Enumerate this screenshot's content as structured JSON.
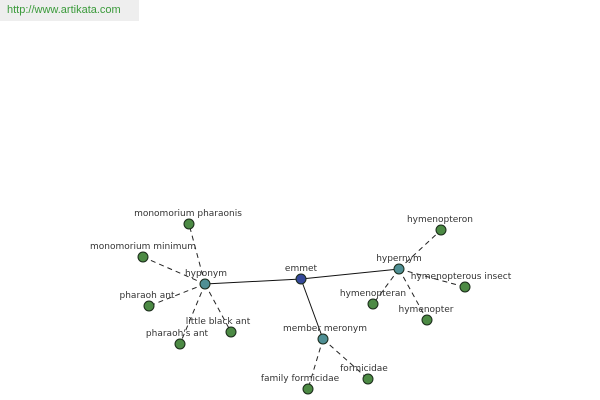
{
  "header": {
    "url": "http://www.artikata.com"
  },
  "colors": {
    "center": "#35489a",
    "relation": "#4f8f94",
    "leaf": "#4c8a44",
    "solid_edge": "#111111",
    "dashed_edge": "#222222"
  },
  "graph": {
    "center": {
      "id": "emmet",
      "label": "emmet"
    },
    "relations": [
      {
        "id": "hyponym",
        "label": "hyponym"
      },
      {
        "id": "hypernym",
        "label": "hypernym"
      },
      {
        "id": "member-meronym",
        "label": "member meronym"
      }
    ],
    "leaves": [
      {
        "id": "monomorium-pharaonis",
        "label": "monomorium pharaonis",
        "parent": "hyponym"
      },
      {
        "id": "monomorium-minimum",
        "label": "monomorium minimum",
        "parent": "hyponym"
      },
      {
        "id": "pharaoh-ant",
        "label": "pharaoh ant",
        "parent": "hyponym"
      },
      {
        "id": "pharaohs-ant",
        "label": "pharaoh's ant",
        "parent": "hyponym"
      },
      {
        "id": "little-black-ant",
        "label": "little black ant",
        "parent": "hyponym"
      },
      {
        "id": "hymenopteron",
        "label": "hymenopteron",
        "parent": "hypernym"
      },
      {
        "id": "hymenopterous-insect",
        "label": "hymenopterous insect",
        "parent": "hypernym"
      },
      {
        "id": "hymenopteran",
        "label": "hymenopteran",
        "parent": "hypernym"
      },
      {
        "id": "hymenopter",
        "label": "hymenopter",
        "parent": "hypernym"
      },
      {
        "id": "family-formicidae",
        "label": "family formicidae",
        "parent": "member-meronym"
      },
      {
        "id": "formicidae",
        "label": "formicidae",
        "parent": "member-meronym"
      }
    ]
  }
}
